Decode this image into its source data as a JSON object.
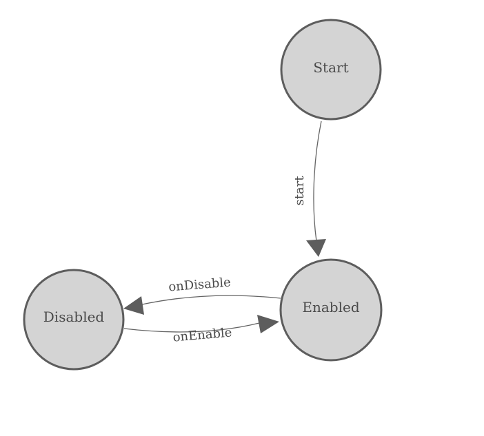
{
  "canvas": {
    "background": "#ffffff",
    "node_fill": "#d4d4d4",
    "node_stroke": "#5d5d5d",
    "edge_color": "#636363",
    "arrow_color": "#5d5d5d",
    "label_color": "#4a4a4a"
  },
  "nodes": [
    {
      "id": "start",
      "label": "Start"
    },
    {
      "id": "enabled",
      "label": "Enabled"
    },
    {
      "id": "disabled",
      "label": "Disabled"
    }
  ],
  "edges": [
    {
      "from": "Start",
      "to": "Enabled",
      "label": "start"
    },
    {
      "from": "Enabled",
      "to": "Disabled",
      "label": "onDisable"
    },
    {
      "from": "Disabled",
      "to": "Enabled",
      "label": "onEnable"
    }
  ]
}
